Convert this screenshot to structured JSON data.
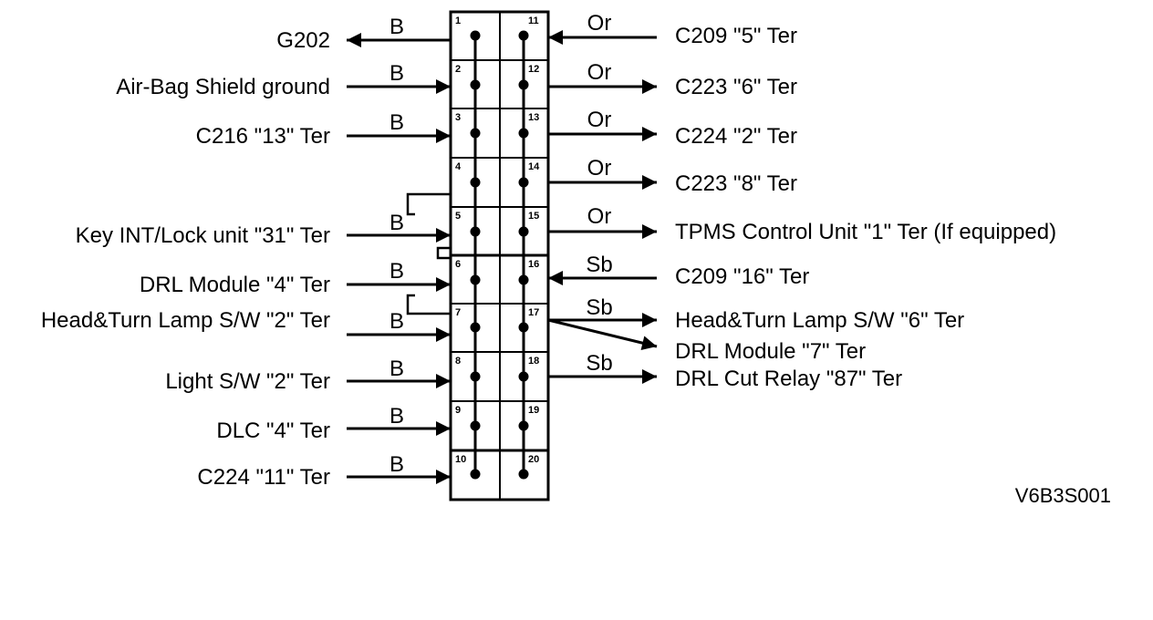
{
  "left_connections": [
    {
      "pin": "1",
      "label": "G202",
      "wire": "B",
      "direction": "out"
    },
    {
      "pin": "2",
      "label": "Air-Bag Shield ground",
      "wire": "B",
      "direction": "in"
    },
    {
      "pin": "3",
      "label": "C216 \"13\" Ter",
      "wire": "B",
      "direction": "in"
    },
    {
      "pin": "5",
      "label": "Key INT/Lock unit \"31\" Ter",
      "wire": "B",
      "direction": "in"
    },
    {
      "pin": "6",
      "label": "DRL Module \"4\" Ter",
      "wire": "B",
      "direction": "in"
    },
    {
      "pin": "7",
      "label": "Head&Turn Lamp S/W \"2\" Ter",
      "wire": "B",
      "direction": "in"
    },
    {
      "pin": "8",
      "label": "Light S/W \"2\" Ter",
      "wire": "B",
      "direction": "in"
    },
    {
      "pin": "9",
      "label": "DLC \"4\" Ter",
      "wire": "B",
      "direction": "in"
    },
    {
      "pin": "10",
      "label": "C224 \"11\" Ter",
      "wire": "B",
      "direction": "in"
    }
  ],
  "right_connections": [
    {
      "pin": "11",
      "label": "C209 \"5\" Ter",
      "wire": "Or",
      "direction": "in"
    },
    {
      "pin": "12",
      "label": "C223 \"6\" Ter",
      "wire": "Or",
      "direction": "out"
    },
    {
      "pin": "13",
      "label": "C224 \"2\" Ter",
      "wire": "Or",
      "direction": "out"
    },
    {
      "pin": "14",
      "label": "C223 \"8\" Ter",
      "wire": "Or",
      "direction": "out"
    },
    {
      "pin": "15",
      "label": "TPMS Control Unit \"1\" Ter (If equipped)",
      "wire": "Or",
      "direction": "out"
    },
    {
      "pin": "16",
      "label": "C209 \"16\" Ter",
      "wire": "Sb",
      "direction": "in"
    },
    {
      "pin": "17",
      "label": "Head&Turn Lamp S/W \"6\" Ter",
      "wire": "Sb",
      "direction": "out"
    },
    {
      "pin": "17",
      "label": "DRL Module \"7\" Ter",
      "wire": "",
      "direction": "out"
    },
    {
      "pin": "18",
      "label": "DRL Cut Relay \"87\" Ter",
      "wire": "Sb",
      "direction": "out"
    }
  ],
  "pins_left_column": [
    "1",
    "2",
    "3",
    "4",
    "5",
    "6",
    "7",
    "8",
    "9",
    "10"
  ],
  "pins_right_column": [
    "11",
    "12",
    "13",
    "14",
    "15",
    "16",
    "17",
    "18",
    "19",
    "20"
  ],
  "reference_code": "V6B3S001"
}
